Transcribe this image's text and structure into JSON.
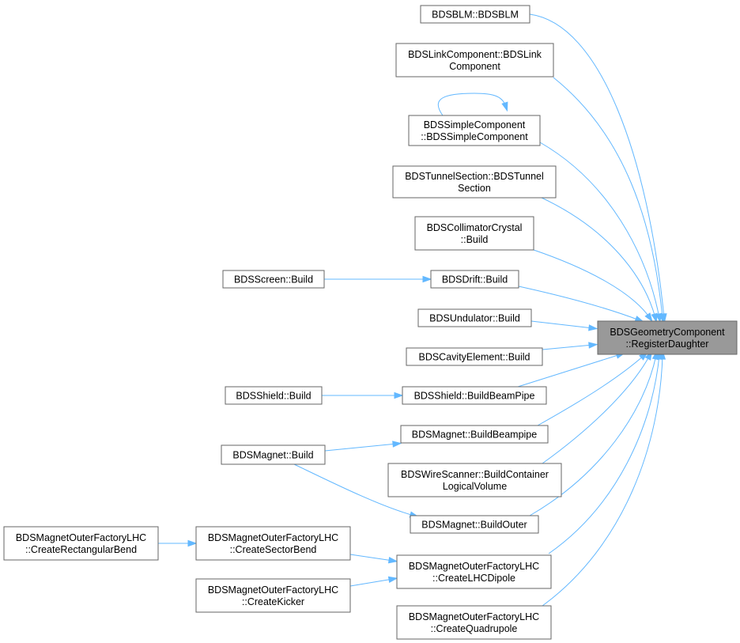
{
  "nodes": [
    {
      "id": "n_target",
      "lines": [
        "BDSGeometryComponent",
        "::RegisterDaughter"
      ]
    },
    {
      "id": "n_bdsblm",
      "lines": [
        "BDSBLM::BDSBLM"
      ]
    },
    {
      "id": "n_link",
      "lines": [
        "BDSLinkComponent::BDSLink",
        "Component"
      ]
    },
    {
      "id": "n_simple",
      "lines": [
        "BDSSimpleComponent",
        "::BDSSimpleComponent"
      ]
    },
    {
      "id": "n_tunnel",
      "lines": [
        "BDSTunnelSection::BDSTunnel",
        "Section"
      ]
    },
    {
      "id": "n_collcrystal",
      "lines": [
        "BDSCollimatorCrystal",
        "::Build"
      ]
    },
    {
      "id": "n_drift",
      "lines": [
        "BDSDrift::Build"
      ]
    },
    {
      "id": "n_screen",
      "lines": [
        "BDSScreen::Build"
      ]
    },
    {
      "id": "n_undulator",
      "lines": [
        "BDSUndulator::Build"
      ]
    },
    {
      "id": "n_cavity",
      "lines": [
        "BDSCavityElement::Build"
      ]
    },
    {
      "id": "n_shield_bbp",
      "lines": [
        "BDSShield::BuildBeamPipe"
      ]
    },
    {
      "id": "n_shield_build",
      "lines": [
        "BDSShield::Build"
      ]
    },
    {
      "id": "n_magnet_bbp",
      "lines": [
        "BDSMagnet::BuildBeampipe"
      ]
    },
    {
      "id": "n_magnet_build",
      "lines": [
        "BDSMagnet::Build"
      ]
    },
    {
      "id": "n_wirescanner",
      "lines": [
        "BDSWireScanner::BuildContainer",
        "LogicalVolume"
      ]
    },
    {
      "id": "n_magnet_outer",
      "lines": [
        "BDSMagnet::BuildOuter"
      ]
    },
    {
      "id": "n_rectbend",
      "lines": [
        "BDSMagnetOuterFactoryLHC",
        "::CreateRectangularBend"
      ]
    },
    {
      "id": "n_sectorbend",
      "lines": [
        "BDSMagnetOuterFactoryLHC",
        "::CreateSectorBend"
      ]
    },
    {
      "id": "n_lhcdipole",
      "lines": [
        "BDSMagnetOuterFactoryLHC",
        "::CreateLHCDipole"
      ]
    },
    {
      "id": "n_kicker",
      "lines": [
        "BDSMagnetOuterFactoryLHC",
        "::CreateKicker"
      ]
    },
    {
      "id": "n_quadrupole",
      "lines": [
        "BDSMagnetOuterFactoryLHC",
        "::CreateQuadrupole"
      ]
    }
  ],
  "edges": [
    {
      "from": "n_bdsblm",
      "to": "n_target"
    },
    {
      "from": "n_link",
      "to": "n_target"
    },
    {
      "from": "n_simple",
      "to": "n_simple"
    },
    {
      "from": "n_simple",
      "to": "n_target"
    },
    {
      "from": "n_tunnel",
      "to": "n_target"
    },
    {
      "from": "n_collcrystal",
      "to": "n_target"
    },
    {
      "from": "n_drift",
      "to": "n_target"
    },
    {
      "from": "n_screen",
      "to": "n_drift"
    },
    {
      "from": "n_undulator",
      "to": "n_target"
    },
    {
      "from": "n_cavity",
      "to": "n_target"
    },
    {
      "from": "n_shield_bbp",
      "to": "n_target"
    },
    {
      "from": "n_shield_build",
      "to": "n_shield_bbp"
    },
    {
      "from": "n_magnet_bbp",
      "to": "n_target"
    },
    {
      "from": "n_magnet_build",
      "to": "n_magnet_bbp"
    },
    {
      "from": "n_magnet_build",
      "to": "n_magnet_outer"
    },
    {
      "from": "n_wirescanner",
      "to": "n_target"
    },
    {
      "from": "n_magnet_outer",
      "to": "n_target"
    },
    {
      "from": "n_rectbend",
      "to": "n_sectorbend"
    },
    {
      "from": "n_sectorbend",
      "to": "n_lhcdipole"
    },
    {
      "from": "n_lhcdipole",
      "to": "n_target"
    },
    {
      "from": "n_kicker",
      "to": "n_lhcdipole"
    },
    {
      "from": "n_quadrupole",
      "to": "n_target"
    }
  ],
  "colors": {
    "edge": "#63b8ff",
    "node_border": "#666666",
    "target_fill": "#999999"
  }
}
